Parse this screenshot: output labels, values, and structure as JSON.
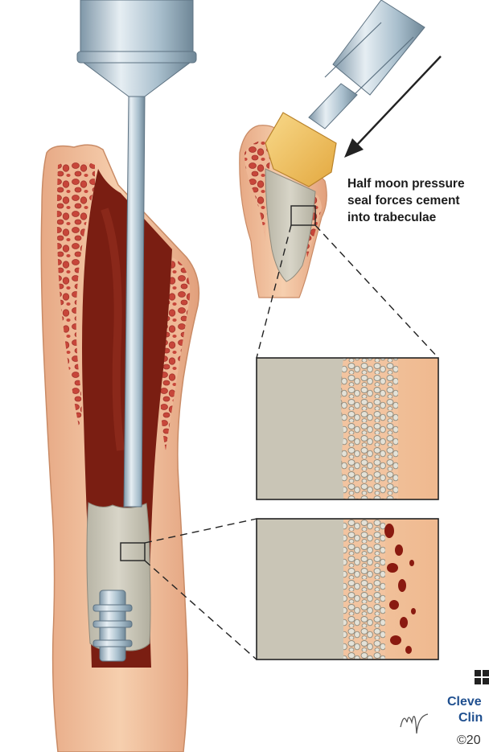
{
  "figure": {
    "callout_lines": [
      "Half moon pressure",
      "seal forces cement",
      "into trabeculae"
    ],
    "credit_brand_line1": "Cleve",
    "credit_brand_line2": "Clin",
    "credit_copyright": "©20",
    "signature_text": "mf"
  },
  "colors": {
    "bone_surface": "#f1c09b",
    "bone_shadow": "#e2a57f",
    "marrow_blood": "#7a1e12",
    "trabecular_red": "#c7463a",
    "cement_gray": "#c9c5b6",
    "instrument_steel": "#a9bfcd",
    "seal_yellow": "#f3c05a",
    "logo_blue": "#1f4f8f"
  },
  "icons": [
    "cement-gun-nozzle-icon",
    "pressure-seal-icon",
    "femoral-stem-icon",
    "cleveland-clinic-logo-icon"
  ]
}
